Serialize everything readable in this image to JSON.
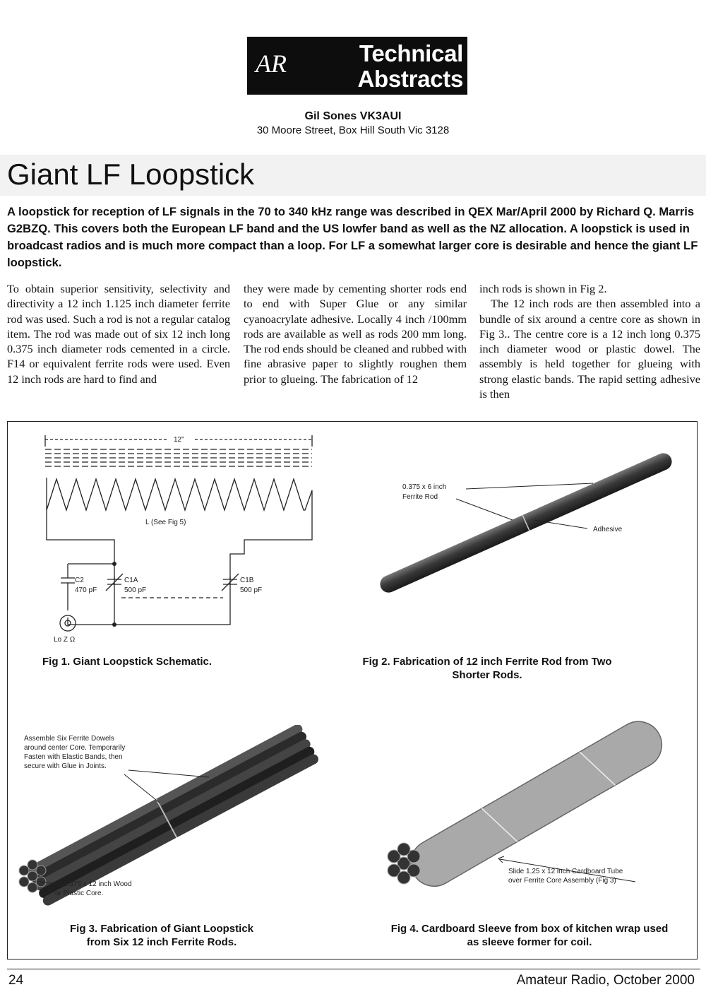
{
  "header": {
    "logo_letters": "AR",
    "badge_line1": "Technical",
    "badge_line2": "Abstracts"
  },
  "author": {
    "name": "Gil Sones VK3AUI",
    "address": "30 Moore Street, Box Hill South Vic 3128"
  },
  "article": {
    "title": "Giant LF Loopstick",
    "intro": "A loopstick for reception of LF signals in the 70 to 340 kHz range was described in QEX Mar/April 2000 by Richard Q. Marris G2BZQ. This covers both the European LF band and the US lowfer band as well as the NZ allocation. A loopstick is used in broadcast radios and is much more compact than a loop. For LF a somewhat larger core is desirable and hence the giant LF loopstick.",
    "col1": "To obtain superior sensitivity, selectivity and directivity a 12 inch 1.125 inch diameter ferrite rod was used. Such a rod is not a regular catalog item. The rod was made out of six 12 inch long 0.375 inch diameter rods cemented in a circle. F14 or equivalent ferrite rods were used. Even 12 inch rods are hard to find and",
    "col2": "they were made by cementing shorter rods end to end with Super Glue or any similar cyanoacrylate adhesive. Locally 4 inch /100mm rods are available as well as rods 200 mm long. The rod ends should be cleaned and rubbed with fine abrasive paper to slightly roughen them prior to glueing. The fabrication of 12",
    "col3_p1": "inch rods is shown in Fig 2.",
    "col3_p2": "The 12 inch rods are then assembled into a bundle of six around a centre core as shown in Fig 3.. The centre core is a 12 inch long 0.375 inch diameter wood or plastic dowel. The assembly is held together for glueing with strong elastic bands. The rapid setting adhesive is then"
  },
  "figures": {
    "fig1": {
      "caption": "Fig 1. Giant Loopstick Schematic.",
      "length_label": "12\"",
      "coil_label": "L (See Fig 5)",
      "c2_label": "C2",
      "c2_value": "470 pF",
      "c1a_label": "C1A",
      "c1a_value": "500 pF",
      "c1b_label": "C1B",
      "c1b_value": "500 pF",
      "out_label": "Lo Z Ω"
    },
    "fig2": {
      "caption": "Fig 2. Fabrication of 12 inch Ferrite Rod from Two Shorter Rods.",
      "label_rod_1": "0.375 x 6 inch",
      "label_rod_2": "Ferrite Rod",
      "label_adhesive": "Adhesive"
    },
    "fig3": {
      "caption": "Fig 3. Fabrication of Giant Loopstick from Six 12 inch Ferrite Rods.",
      "note_1": "Assemble Six Ferrite Dowels",
      "note_2": "around center Core. Temporarily",
      "note_3": "Fasten with Elastic Bands, then",
      "note_4": "secure with Glue in Joints.",
      "core_1": "0.375 x 12 inch Wood",
      "core_2": "or Plastic Core."
    },
    "fig4": {
      "caption": "Fig 4. Cardboard Sleeve from box of kitchen wrap used as sleeve former for coil.",
      "note_1": "Slide 1.25 x 12 inch Cardboard Tube",
      "note_2": "over Ferrite Core Assembly (Fig 3)"
    }
  },
  "footer": {
    "page_number": "24",
    "publication": "Amateur Radio, October 2000"
  }
}
